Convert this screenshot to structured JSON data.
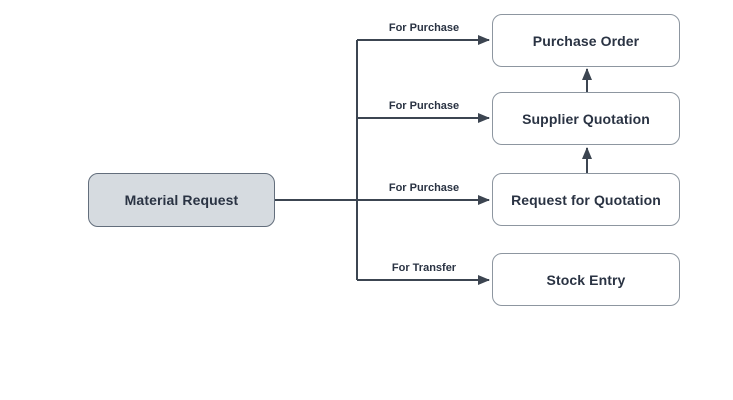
{
  "diagram": {
    "source_node": {
      "label": "Material Request"
    },
    "target_nodes": [
      {
        "label": "Purchase Order"
      },
      {
        "label": "Supplier Quotation"
      },
      {
        "label": "Request for Quotation"
      },
      {
        "label": "Stock Entry"
      }
    ],
    "edge_labels": [
      {
        "label": "For Purchase"
      },
      {
        "label": "For Purchase"
      },
      {
        "label": "For Purchase"
      },
      {
        "label": "For Transfer"
      }
    ],
    "colors": {
      "arrow": "#3c4551",
      "text": "#2a3343",
      "node_fill": "#ffffff",
      "node_border": "#8d96a0",
      "source_fill": "#d6dbe0",
      "source_border": "#636e7c",
      "canvas_bg": "#ffffff"
    }
  }
}
